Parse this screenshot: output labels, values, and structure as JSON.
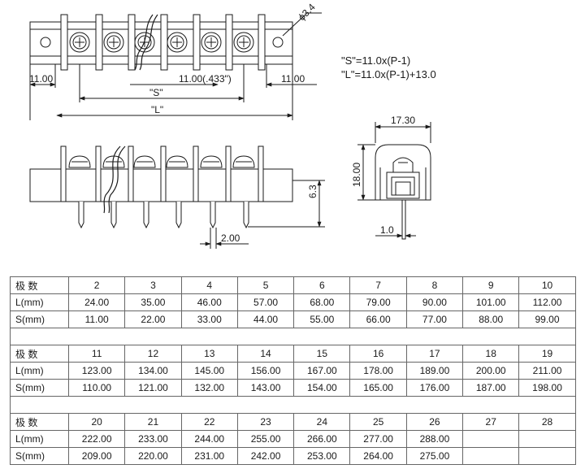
{
  "drawing": {
    "top_view": {
      "hole_label": "ϕ3.4",
      "edge_left_label": "11.00",
      "pitch_label": "11.00(.433\")",
      "edge_right_label": "11.00",
      "s_label": "\"S\"",
      "l_label": "\"L\""
    },
    "front_view": {
      "height_label": "6.3",
      "pin_label": "2.00"
    },
    "side_view": {
      "width_label": "17.30",
      "height_label": "18.00",
      "pin_label": "1.0"
    },
    "formulas": {
      "s": "\"S\"=11.0x(P-1)",
      "l": "\"L\"=11.0x(P-1)+13.0"
    }
  },
  "table": {
    "pole_header": "极 数",
    "l_header": "L(mm)",
    "s_header": "S(mm)",
    "groups": [
      {
        "poles": [
          "2",
          "3",
          "4",
          "5",
          "6",
          "7",
          "8",
          "9",
          "10"
        ],
        "L": [
          "24.00",
          "35.00",
          "46.00",
          "57.00",
          "68.00",
          "79.00",
          "90.00",
          "101.00",
          "112.00"
        ],
        "S": [
          "11.00",
          "22.00",
          "33.00",
          "44.00",
          "55.00",
          "66.00",
          "77.00",
          "88.00",
          "99.00"
        ]
      },
      {
        "poles": [
          "11",
          "12",
          "13",
          "14",
          "15",
          "16",
          "17",
          "18",
          "19"
        ],
        "L": [
          "123.00",
          "134.00",
          "145.00",
          "156.00",
          "167.00",
          "178.00",
          "189.00",
          "200.00",
          "211.00"
        ],
        "S": [
          "110.00",
          "121.00",
          "132.00",
          "143.00",
          "154.00",
          "165.00",
          "176.00",
          "187.00",
          "198.00"
        ]
      },
      {
        "poles": [
          "20",
          "21",
          "22",
          "23",
          "24",
          "25",
          "26",
          "27",
          "28"
        ],
        "L": [
          "222.00",
          "233.00",
          "244.00",
          "255.00",
          "266.00",
          "277.00",
          "288.00",
          "",
          ""
        ],
        "S": [
          "209.00",
          "220.00",
          "231.00",
          "242.00",
          "253.00",
          "264.00",
          "275.00",
          "",
          ""
        ]
      }
    ]
  }
}
